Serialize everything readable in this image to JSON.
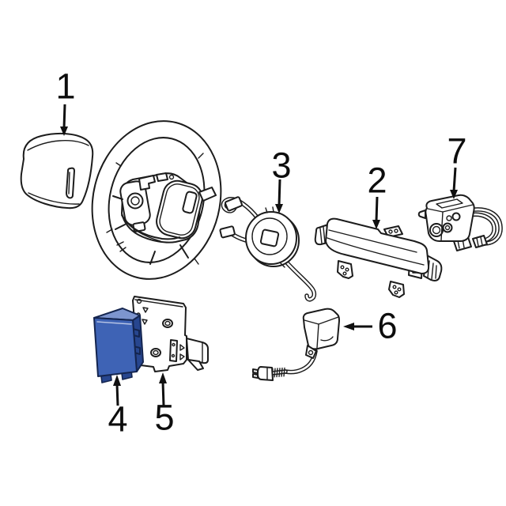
{
  "diagram": {
    "kind": "exploded-parts-line-drawing",
    "colors": {
      "background": "#ffffff",
      "line": "#1c1c1c",
      "accent": "#3e63b5",
      "accent-top": "#7d95cf",
      "accent-side": "#27468f",
      "accent-outline": "#14254f"
    },
    "callouts": [
      {
        "label": "1",
        "part": "driver-airbag-module-cover",
        "arrow_direction": "down"
      },
      {
        "label": "2",
        "part": "passenger-airbag-module",
        "arrow_direction": "down"
      },
      {
        "label": "3",
        "part": "clockspring-spiral-cable",
        "arrow_direction": "down"
      },
      {
        "label": "4",
        "part": "airbag-control-module",
        "arrow_direction": "up"
      },
      {
        "label": "5",
        "part": "module-mounting-bracket",
        "arrow_direction": "up"
      },
      {
        "label": "6",
        "part": "impact-sensor-with-pigtail",
        "arrow_direction": "left"
      },
      {
        "label": "7",
        "part": "sensor-with-wiring-connectors",
        "arrow_direction": "down"
      }
    ]
  }
}
